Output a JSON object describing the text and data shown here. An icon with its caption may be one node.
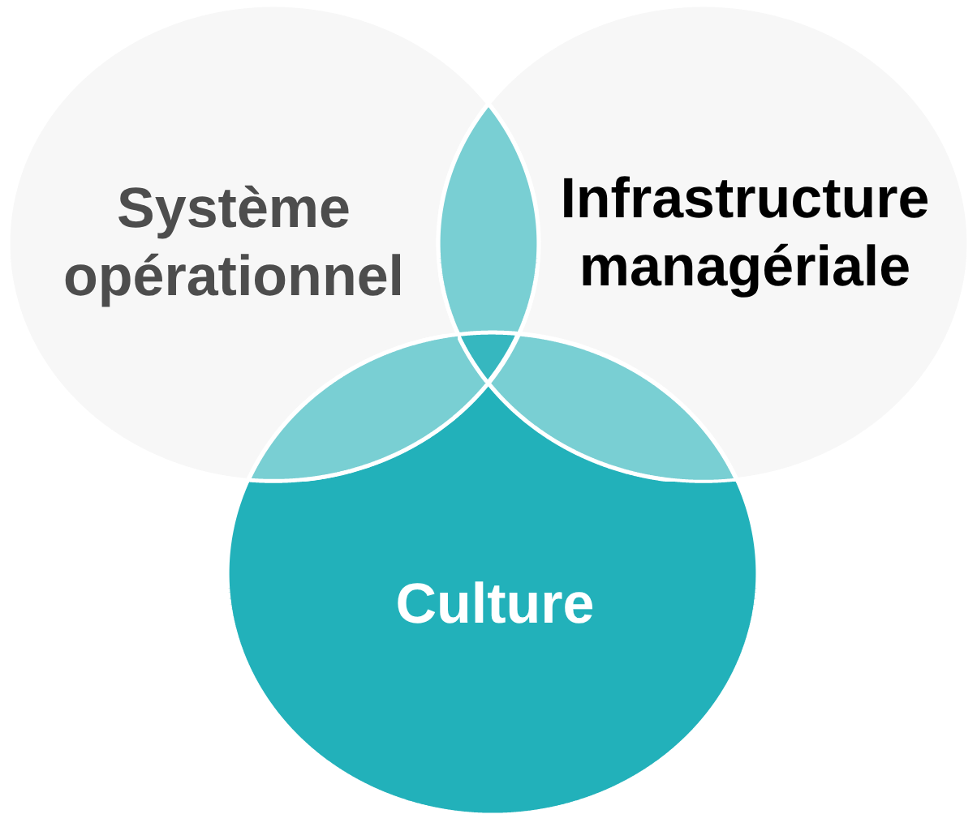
{
  "diagram": {
    "nodes": [
      {
        "text": [
          "Système opérationnel"
        ]
      },
      {
        "text": [
          "Infrastructure managériale"
        ]
      },
      {
        "text": [
          "Culture"
        ]
      },
      {
        "text": [],
        "shape": "lens"
      },
      {
        "text": [],
        "shape": "lens"
      },
      {
        "text": [],
        "shape": "triangle"
      },
      {
        "text": [],
        "shape": "lens"
      }
    ]
  }
}
